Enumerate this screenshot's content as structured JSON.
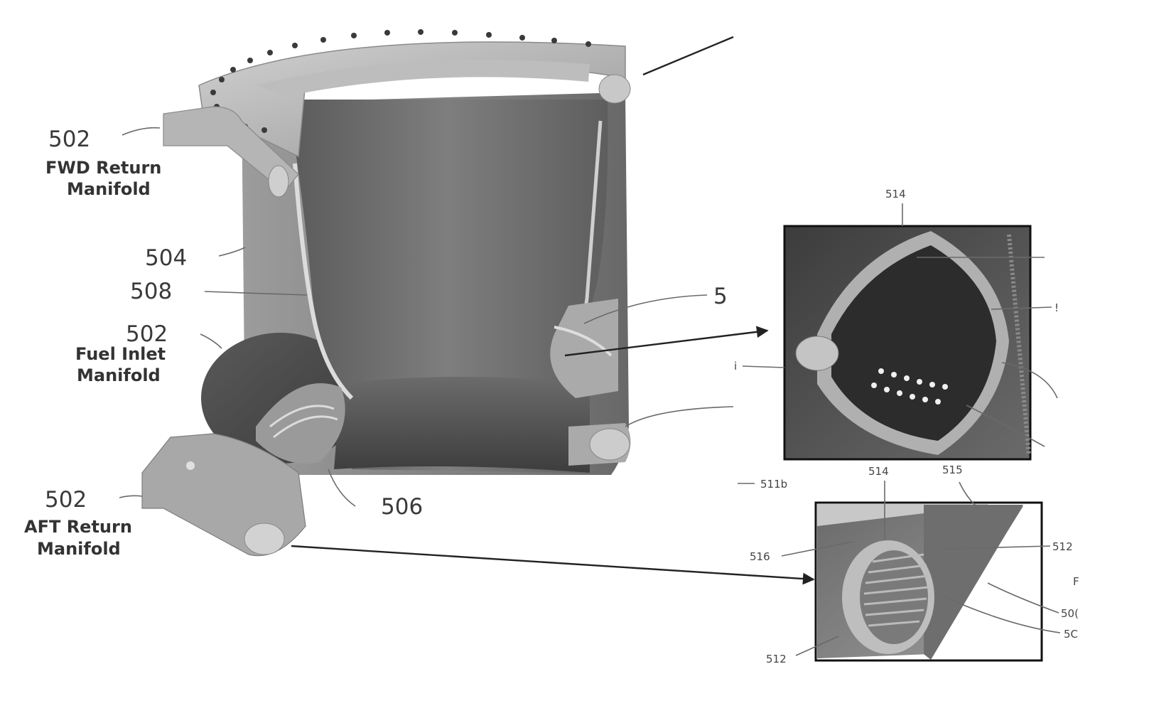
{
  "labels": {
    "fwd_num": "502",
    "fwd_line1": "FWD Return",
    "fwd_line2": "Manifold",
    "n504": "504",
    "n508": "508",
    "fuel_num": "502",
    "fuel_line1": "Fuel Inlet",
    "fuel_line2": "Manifold",
    "aft_num": "502",
    "aft_line1": "AFT Return",
    "aft_line2": "Manifold",
    "n506": "506",
    "n5_partial": "5",
    "inset1_514": "514",
    "inset1_right1": "!",
    "inset1_left": "i",
    "n511b": "511b",
    "inset2_514": "514",
    "inset2_515": "515",
    "inset2_516": "516",
    "inset2_512a": "512",
    "inset2_F": "F",
    "inset2_50a": "50(",
    "inset2_50b": "5C",
    "inset2_512b": "512"
  }
}
